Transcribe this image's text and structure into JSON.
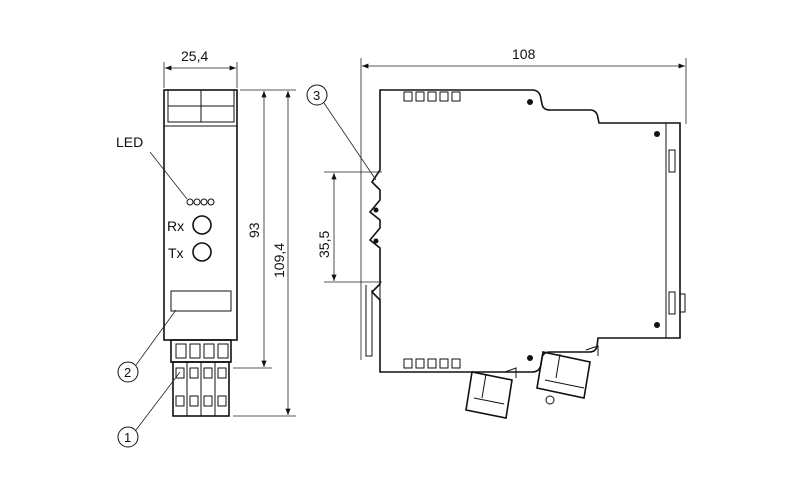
{
  "dimensions": {
    "front_width": "25,4",
    "front_height_inner": "93",
    "front_height_total": "109,4",
    "side_width": "108",
    "rail_height": "35,5"
  },
  "labels": {
    "led": "LED",
    "rx": "Rx",
    "tx": "Tx"
  },
  "callouts": {
    "one": "1",
    "two": "2",
    "three": "3"
  }
}
